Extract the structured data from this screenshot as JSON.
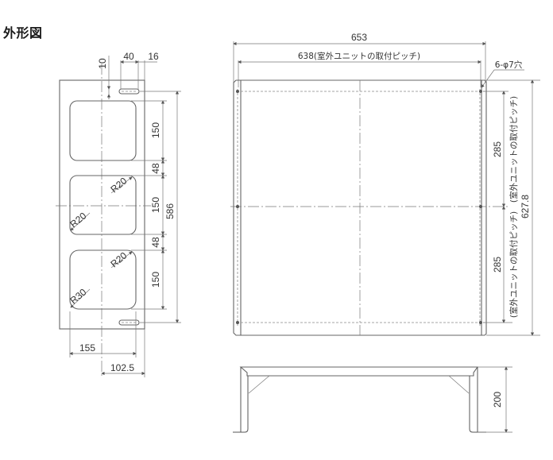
{
  "title": "外形図",
  "colors": {
    "line": "#555555",
    "text": "#333333",
    "background": "#ffffff"
  },
  "left_view": {
    "dims": {
      "slot_offset": "10",
      "slot_length": "40",
      "slot_margin": "16",
      "opening_height_1": "150",
      "gap_1": "48",
      "opening_height_2": "150",
      "gap_2": "48",
      "opening_height_3": "150",
      "overall_height": "586",
      "width": "155",
      "center_offset": "102.5"
    },
    "radius_labels": [
      "R20",
      "R20",
      "R20",
      "R30"
    ]
  },
  "top_view": {
    "dims": {
      "overall_width": "653",
      "pitch_width": "638(室外ユニットの取付ピッチ)",
      "holes": "6-φ7穴",
      "pitch_height_upper": "285",
      "pitch_height_upper_note": "(室外ユニットの取付ピッチ)",
      "pitch_height_lower": "285",
      "pitch_height_lower_note": "(室外ユニットの取付ピッチ)",
      "overall_depth": "627.8"
    }
  },
  "side_view": {
    "dims": {
      "height": "200"
    }
  }
}
